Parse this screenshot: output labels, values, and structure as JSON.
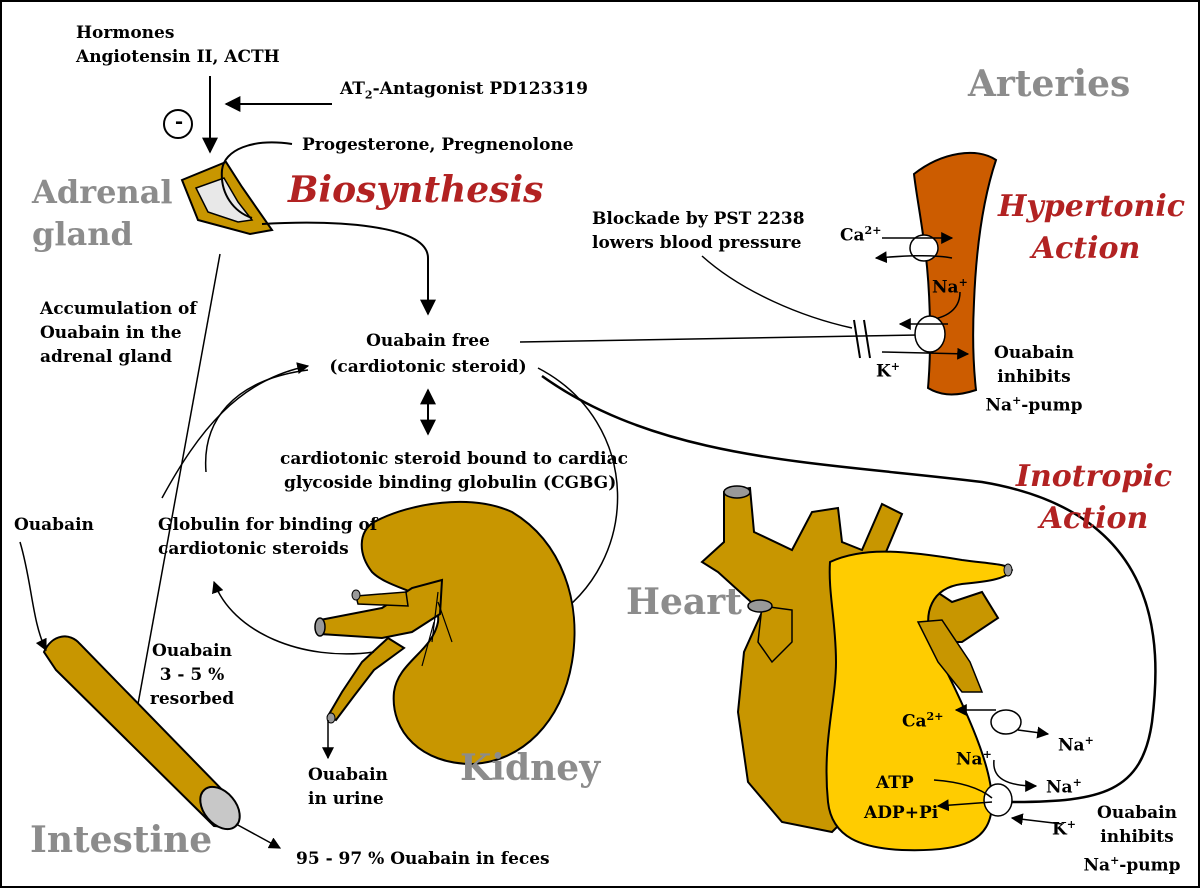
{
  "colors": {
    "organ": "#c89600",
    "heart_right": "#ffcc00",
    "artery": "#cc5c00",
    "label_gray": "#8c8c8c",
    "accent_red": "#b22222"
  },
  "labels": {
    "hormones_line1": "Hormones",
    "hormones_line2": "Angiotensin II, ACTH",
    "minus_sign": "-",
    "at2_prefix": "AT",
    "at2_sub": "2",
    "at2_suffix": "-Antagonist PD123319",
    "progesterone": "Progesterone, Pregnenolone",
    "adrenal_line1": "Adrenal",
    "adrenal_line2": "gland",
    "biosynthesis": "Biosynthesis",
    "accumulation_line1": "Accumulation of",
    "accumulation_line2": "Ouabain in the",
    "accumulation_line3": "adrenal gland",
    "ouabain_free_line1": "Ouabain free",
    "ouabain_free_line2": "(cardiotonic steroid)",
    "bound_line1": "cardiotonic steroid bound to cardiac",
    "bound_line2": "glycoside binding globulin (CGBG)",
    "globulin_line1": "Globulin for binding of",
    "globulin_line2": "cardiotonic steroids",
    "ouabain_left": "Ouabain",
    "resorbed_line1": "Ouabain",
    "resorbed_line2": "3 - 5 %",
    "resorbed_line3": "resorbed",
    "urine_line1": "Ouabain",
    "urine_line2": "in urine",
    "feces": "95 - 97 % Ouabain in feces",
    "intestine": "Intestine",
    "kidney": "Kidney",
    "heart": "Heart",
    "arteries": "Arteries",
    "hypertonic_line1": "Hypertonic",
    "hypertonic_line2": "Action",
    "inotropic_line1": "Inotropic",
    "inotropic_line2": "Action",
    "blockade_line1": "Blockade by PST 2238",
    "blockade_line2": "lowers blood pressure",
    "ca": "Ca",
    "ca_sup": "2+",
    "na": "Na",
    "na_sup": "+",
    "k": "K",
    "k_sup": "+",
    "atp": "ATP",
    "adp": "ADP+Pi",
    "inhibits_line1": "Ouabain",
    "inhibits_line2": "inhibits",
    "inhibits_line3_prefix": "Na",
    "inhibits_line3_sup": "+",
    "inhibits_line3_suffix": "-pump"
  }
}
